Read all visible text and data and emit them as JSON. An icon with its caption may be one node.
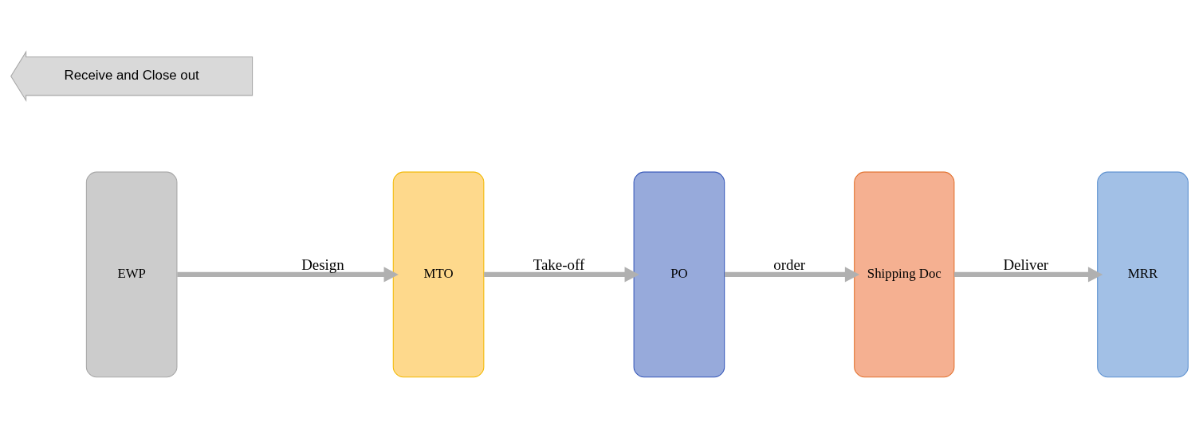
{
  "diagram": {
    "nodes": [
      {
        "text": [
          "EWP"
        ]
      },
      {
        "text": [
          "MTO"
        ]
      },
      {
        "text": [
          "PO"
        ]
      },
      {
        "text": [
          "Shipping Doc"
        ]
      },
      {
        "text": [
          "MRR"
        ]
      }
    ],
    "edges": [
      {
        "from": 0,
        "to": 1,
        "arrow": "to",
        "label": "Design"
      },
      {
        "from": 1,
        "to": 2,
        "arrow": "to",
        "label": "Take-off"
      },
      {
        "from": 2,
        "to": 3,
        "arrow": "to",
        "label": "order"
      },
      {
        "from": 3,
        "to": 4,
        "arrow": "to",
        "label": "Deliver"
      }
    ],
    "labels": [
      "Receive and Close out"
    ]
  }
}
